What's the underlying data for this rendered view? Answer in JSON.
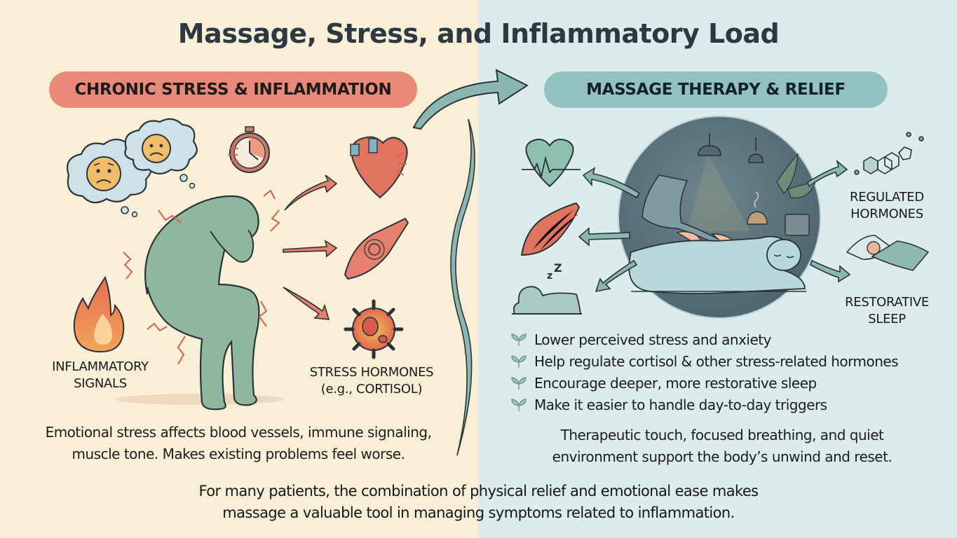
{
  "title": "Massage, Stress, and Inflammatory Load",
  "colors": {
    "left_background": "#f8efd6",
    "right_background": "#dcebec",
    "left_header_pill": "#e9897a",
    "right_header_pill": "#92c1c0",
    "title_text": "#2b3a42",
    "stress_accent": "#d9604c",
    "relief_accent": "#7fa9a6"
  },
  "left_panel": {
    "header": "CHRONIC STRESS & INFLAMMATION",
    "icons": [
      "worried-thought-cloud-icon",
      "worried-thought-cloud-icon",
      "stopwatch-icon",
      "stressed-person-figure",
      "flame-icon",
      "heart-icon",
      "tense-muscle-icon",
      "inflamed-cell-icon"
    ],
    "labels": {
      "inflammatory_signals": [
        "INFLAMMATORY",
        "SIGNALS"
      ],
      "stress_hormones": [
        "STRESS HORMONES",
        "(e.g., CORTISOL)"
      ]
    },
    "caption": [
      "Emotional stress affects blood vessels, immune signaling,",
      "muscle tone. Makes existing problems feel worse."
    ]
  },
  "right_panel": {
    "header": "MASSAGE THERAPY & RELIEF",
    "icons": [
      "heart-rhythm-icon",
      "relaxed-muscle-icon",
      "sleeping-person-icon",
      "massage-scene-illustration",
      "hormone-molecule-icon",
      "sleeping-in-bed-icon"
    ],
    "labels": {
      "regulated_hormones": [
        "REGULATED",
        "HORMONES"
      ],
      "restorative_sleep": [
        "RESTORATIVE",
        "SLEEP"
      ]
    },
    "bullets": [
      "Lower perceived stress and anxiety",
      "Help regulate cortisol & other stress-related hormones",
      "Encourage deeper, more restorative sleep",
      "Make it easier to handle day-to-day triggers"
    ],
    "bullet_icon": "leaf-sprout-icon",
    "caption": [
      "Therapeutic touch, focused breathing, and quiet",
      "environment support the body’s unwind and reset."
    ]
  },
  "footer": [
    "For many patients, the combination of physical relief and emotional ease makes",
    "massage a valuable tool in managing symptoms related to inflammation."
  ]
}
